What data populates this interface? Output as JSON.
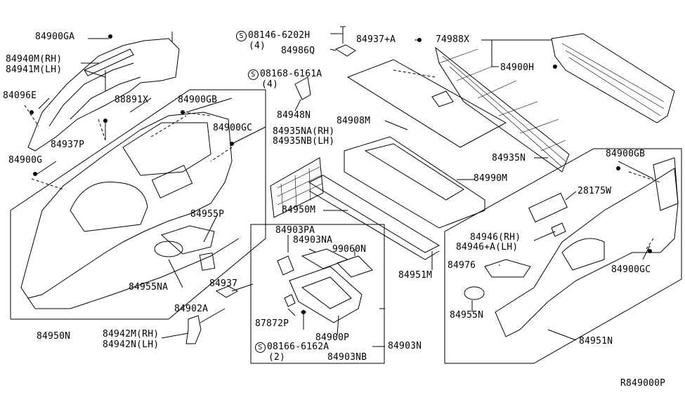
{
  "labels": {
    "l84900GA": "84900GA",
    "l84940M": "84940M(RH)",
    "l84941M": "84941M(LH)",
    "l84096E": "84096E",
    "l88891X": "88891X",
    "l84900GB_a": "84900GB",
    "l84900GC_a": "84900GC",
    "l84937P": "84937P",
    "l84900G": "84900G",
    "l84955P": "84955P",
    "l84955NA": "84955NA",
    "l84937": "84937",
    "l84902A": "84902A",
    "l84950N": "84950N",
    "l84942M": "84942M(RH)",
    "l84942N": "84942N(LH)",
    "s1_num": "08146-6202H",
    "s1_qty": "(4)",
    "l84986Q": "84986Q",
    "s2_num": "08168-6161A",
    "s2_qty": "(4)",
    "l84948N": "84948N",
    "l84937A": "84937+A",
    "l74988X": "74988X",
    "l84900H": "84900H",
    "l84908M": "84908M",
    "l84935NA": "84935NA(RH)",
    "l84935NB": "84935NB(LH)",
    "l84935N": "84935N",
    "l84990M": "84990M",
    "l84950M": "84950M",
    "l84951M": "84951M",
    "l84903PA": "84903PA",
    "l84903NA": "84903NA",
    "l99060N": "99060N",
    "l87872P": "87872P",
    "l84900P": "84900P",
    "s3_num": "08166-6162A",
    "s3_qty": "(2)",
    "l84903NB": "84903NB",
    "l84903N": "84903N",
    "l84900GB_b": "84900GB",
    "l28175W": "28175W",
    "l84946": "84946(RH)",
    "l84946A": "84946+A(LH)",
    "l84976": "84976",
    "l84900GC_b": "84900GC",
    "l84955N": "84955N",
    "l84951N": "84951N",
    "ref": "R849000P",
    "screw_symbol": "S"
  }
}
